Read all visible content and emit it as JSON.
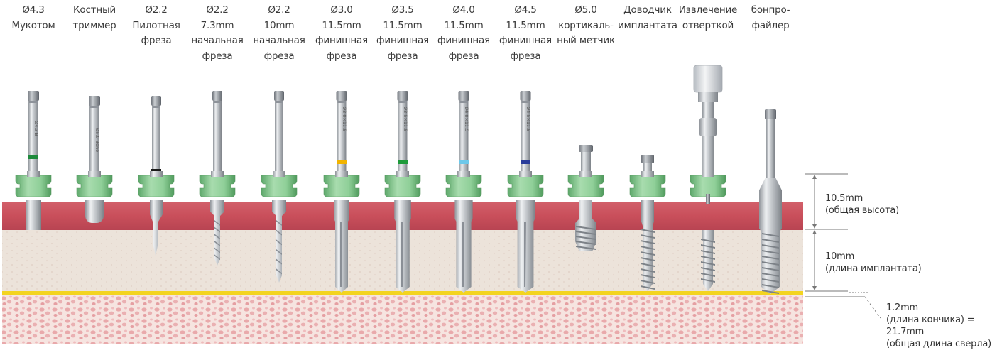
{
  "tools": [
    {
      "lines": [
        "Ø4.3",
        "Мукотом"
      ],
      "type": "mucotome",
      "marker_band": "#1e8a3c",
      "shaft_text": "Ø4.3 B"
    },
    {
      "lines": [
        "Костный",
        "триммер"
      ],
      "type": "trimmer",
      "marker_band": "",
      "shaft_text": "Ø5.0 Bone"
    },
    {
      "lines": [
        "Ø2.2",
        "Пилотная",
        "фреза"
      ],
      "type": "pilot",
      "marker_band": "#1a1a1a",
      "shaft_text": ""
    },
    {
      "lines": [
        "Ø2.2",
        "7.3mm",
        "начальная",
        "фреза"
      ],
      "type": "initial",
      "marker_band": "",
      "shaft_text": ""
    },
    {
      "lines": [
        "Ø2.2",
        "10mm",
        "начальная",
        "фреза"
      ],
      "type": "initial",
      "marker_band": "",
      "shaft_text": ""
    },
    {
      "lines": [
        "Ø3.0",
        "11.5mm",
        "финишная",
        "фреза"
      ],
      "type": "finish",
      "marker_band": "#f2b400",
      "shaft_text": "Ø3.0×11.5"
    },
    {
      "lines": [
        "Ø3.5",
        "11.5mm",
        "финишная",
        "фреза"
      ],
      "type": "finish",
      "marker_band": "#1e9a3a",
      "shaft_text": "Ø3.5×11.5"
    },
    {
      "lines": [
        "Ø4.0",
        "11.5mm",
        "финишная",
        "фреза"
      ],
      "type": "finish",
      "marker_band": "#6ec8ea",
      "shaft_text": "Ø4.0×11.5"
    },
    {
      "lines": [
        "Ø4.5",
        "11.5mm",
        "финишная",
        "фреза"
      ],
      "type": "finish",
      "marker_band": "#2a3c9a",
      "shaft_text": "Ø4.5×11.5"
    },
    {
      "lines": [
        "Ø5.0",
        "кортикаль-",
        "ный метчик"
      ],
      "type": "tap",
      "marker_band": "",
      "shaft_text": ""
    },
    {
      "lines": [
        "Доводчик",
        "имплантата"
      ],
      "type": "implant",
      "marker_band": "",
      "shaft_text": ""
    },
    {
      "lines": [
        "Извлечение",
        "отверткой"
      ],
      "type": "driver",
      "marker_band": "",
      "shaft_text": ""
    },
    {
      "lines": [
        "бонпро-",
        "файлер"
      ],
      "type": "profiler",
      "marker_band": "",
      "shaft_text": ""
    }
  ],
  "dimensions": {
    "height": {
      "lines": [
        "10.5mm",
        "(общая высота)"
      ]
    },
    "implant_length": {
      "lines": [
        "10mm",
        "(длина имплантата)"
      ]
    },
    "tip": {
      "lines": [
        "1.2mm",
        "(длина кончика) =",
        "21.7mm",
        "(общая длина сверла)"
      ]
    }
  },
  "colors": {
    "stopper": "#8fcf98",
    "gingiva": "#c9505c",
    "bone_cortical": "#eadfd4",
    "bone_cancellous": "#f1c8c6",
    "boundary_line": "#f3d420",
    "metal": "#c8ccd1"
  }
}
